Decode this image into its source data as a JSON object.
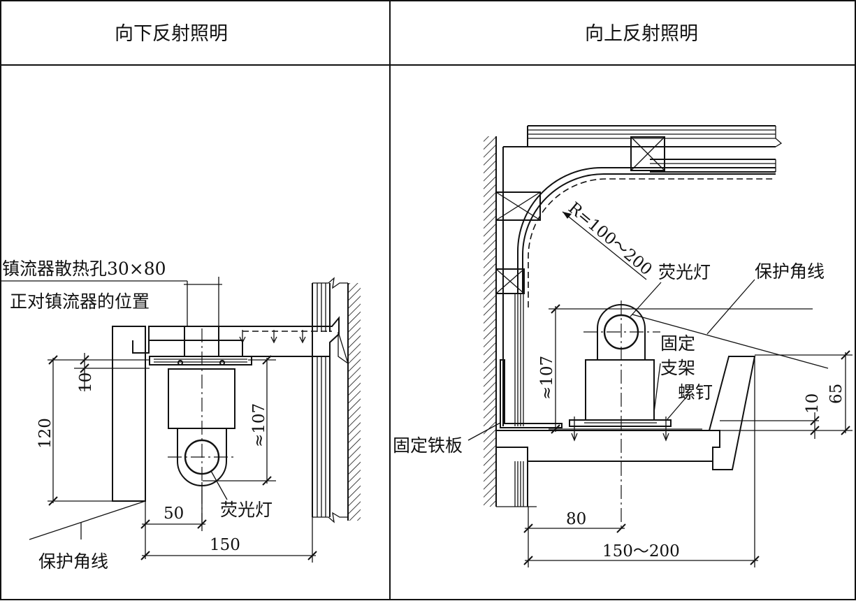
{
  "headers": {
    "left": "向下反射照明",
    "right": "向上反射照明"
  },
  "left_panel": {
    "vent_label_line1": "镇流器散热孔30×80",
    "vent_label_line2": "正对镇流器的位置",
    "lamp_label": "荧光灯",
    "molding_label": "保护角线",
    "dims": {
      "h120": "120",
      "h10": "10",
      "h107": "≈107",
      "w50": "50",
      "w150": "150"
    }
  },
  "right_panel": {
    "radius_label": "R=100～200",
    "lamp_label": "荧光灯",
    "molding_label": "保护角线",
    "bracket_label_1": "固定",
    "bracket_label_2": "支架",
    "screw_label": "螺钉",
    "plate_label": "固定铁板",
    "dims": {
      "h107": "≈107",
      "h10": "10",
      "h65": "65",
      "w80": "80",
      "w150_200": "150～200"
    }
  }
}
